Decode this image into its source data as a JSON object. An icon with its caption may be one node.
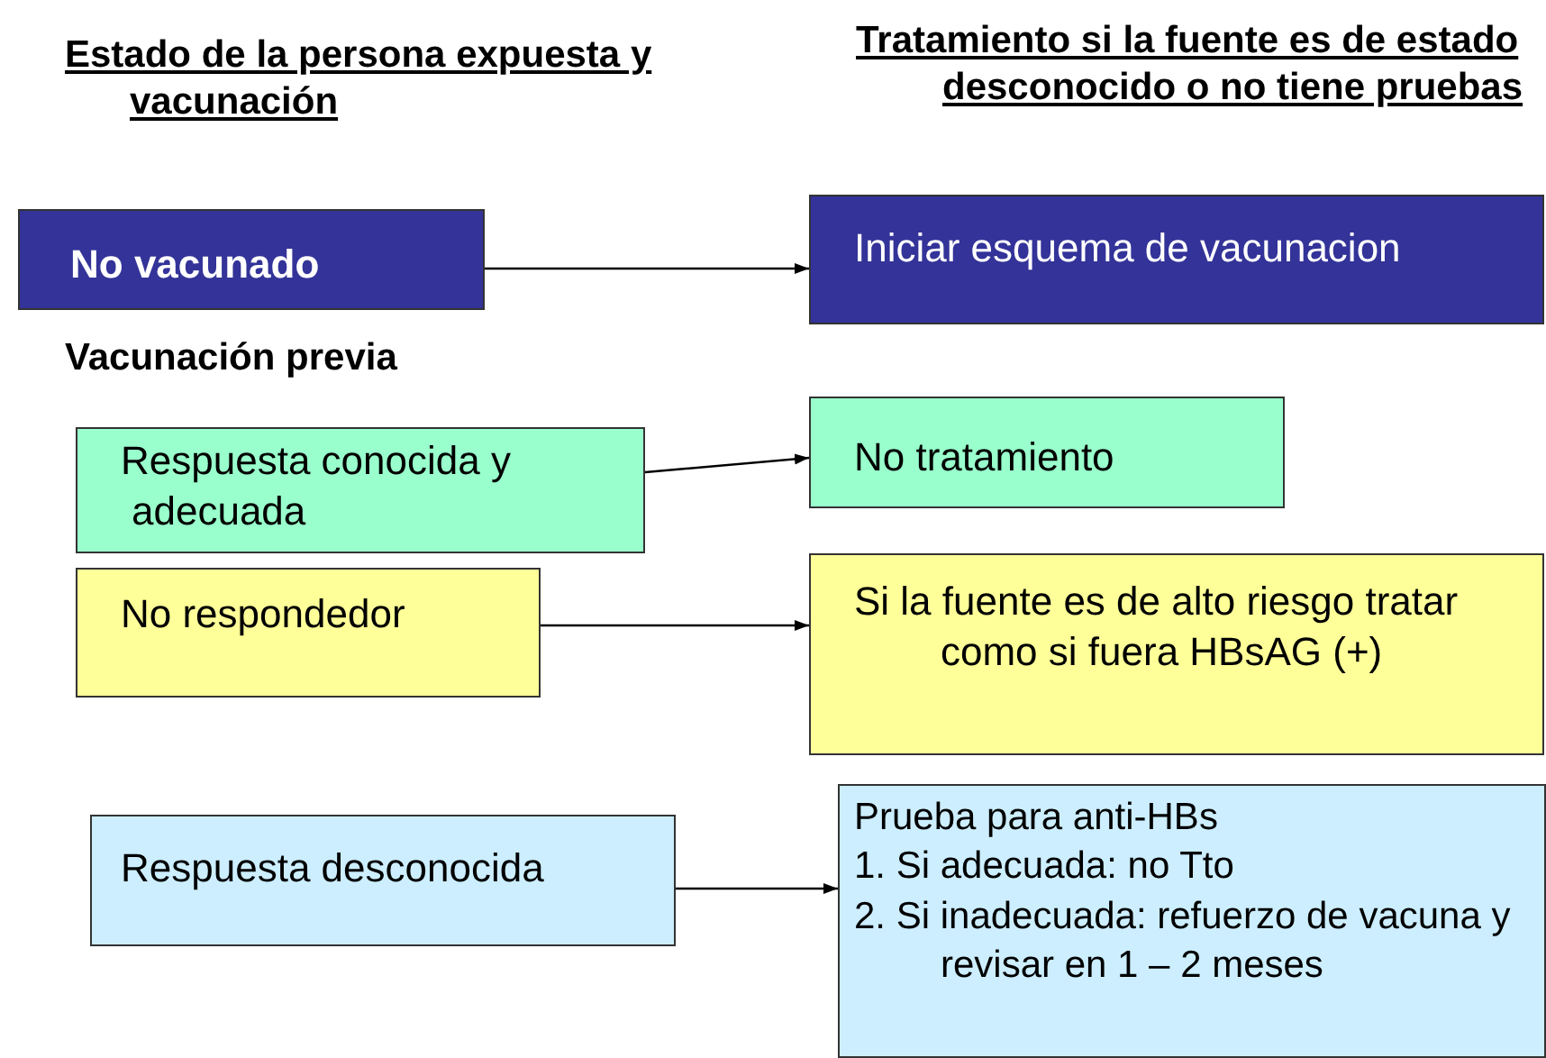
{
  "diagram": {
    "nodes": [
      {
        "text": [
          "No vacunado"
        ]
      },
      {
        "text": [
          "Iniciar esquema de vacunacion"
        ]
      },
      {
        "text": [
          "Respuesta conocida y adecuada"
        ]
      },
      {
        "text": [
          "No tratamiento"
        ]
      },
      {
        "text": [
          "No respondedor"
        ]
      },
      {
        "text": [
          "Si la fuente es de alto riesgo tratar como si fuera HBsAG (+)"
        ]
      },
      {
        "text": [
          "Respuesta desconocida"
        ]
      },
      {
        "text": [
          "Prueba para anti-HBs",
          "1. Si adecuada: no Tto",
          "2. Si inadecuada: refuerzo de vacuna y revisar en 1 – 2 meses"
        ]
      }
    ],
    "edges": [
      {
        "from": 0,
        "to": 1,
        "arrow": "to"
      },
      {
        "from": 2,
        "to": 3,
        "arrow": "to"
      },
      {
        "from": 4,
        "to": 5,
        "arrow": "to"
      },
      {
        "from": 6,
        "to": 7,
        "arrow": "to"
      }
    ],
    "labels": [
      "Estado de la persona expuesta y vacunación",
      "Tratamiento si la fuente es de estado desconocido o no tiene pruebas",
      "Vacunación previa"
    ]
  }
}
